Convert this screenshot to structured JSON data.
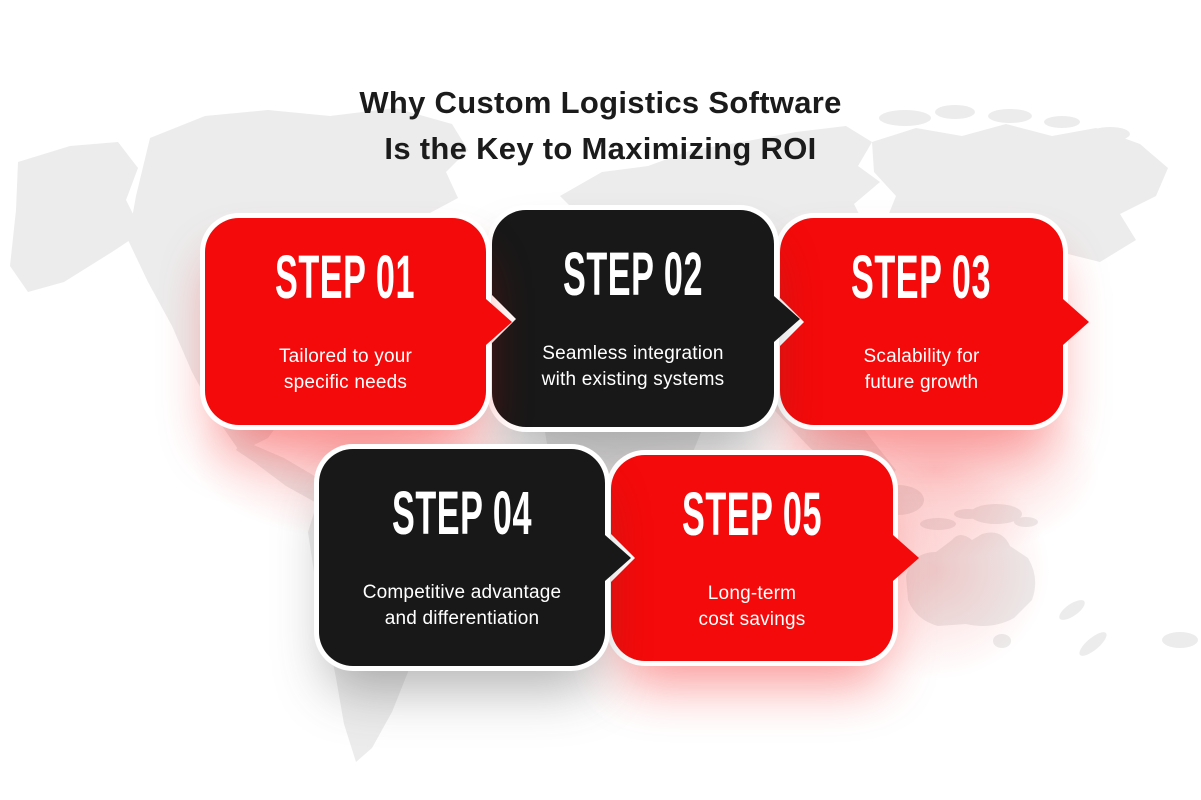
{
  "title": {
    "line1": "Why Custom Logistics Software",
    "line2": "Is the Key to Maximizing ROI"
  },
  "steps": [
    {
      "label": "STEP 01",
      "description_line1": "Tailored to your",
      "description_line2": "specific needs",
      "theme": "red",
      "color": "#F40A0A"
    },
    {
      "label": "STEP 02",
      "description_line1": "Seamless integration",
      "description_line2": "with existing systems",
      "theme": "black",
      "color": "#181818"
    },
    {
      "label": "STEP 03",
      "description_line1": "Scalability for",
      "description_line2": "future growth",
      "theme": "red",
      "color": "#F40A0A"
    },
    {
      "label": "STEP 04",
      "description_line1": "Competitive advantage",
      "description_line2": "and differentiation",
      "theme": "black",
      "color": "#181818"
    },
    {
      "label": "STEP 05",
      "description_line1": "Long-term",
      "description_line2": "cost savings",
      "theme": "red",
      "color": "#F40A0A"
    }
  ],
  "colors": {
    "accent_red": "#F40A0A",
    "card_black": "#181818",
    "title_text": "#1B1B1B",
    "card_text": "#FFFFFF",
    "map_gray": "#ECECEC",
    "background": "#FFFFFF"
  }
}
